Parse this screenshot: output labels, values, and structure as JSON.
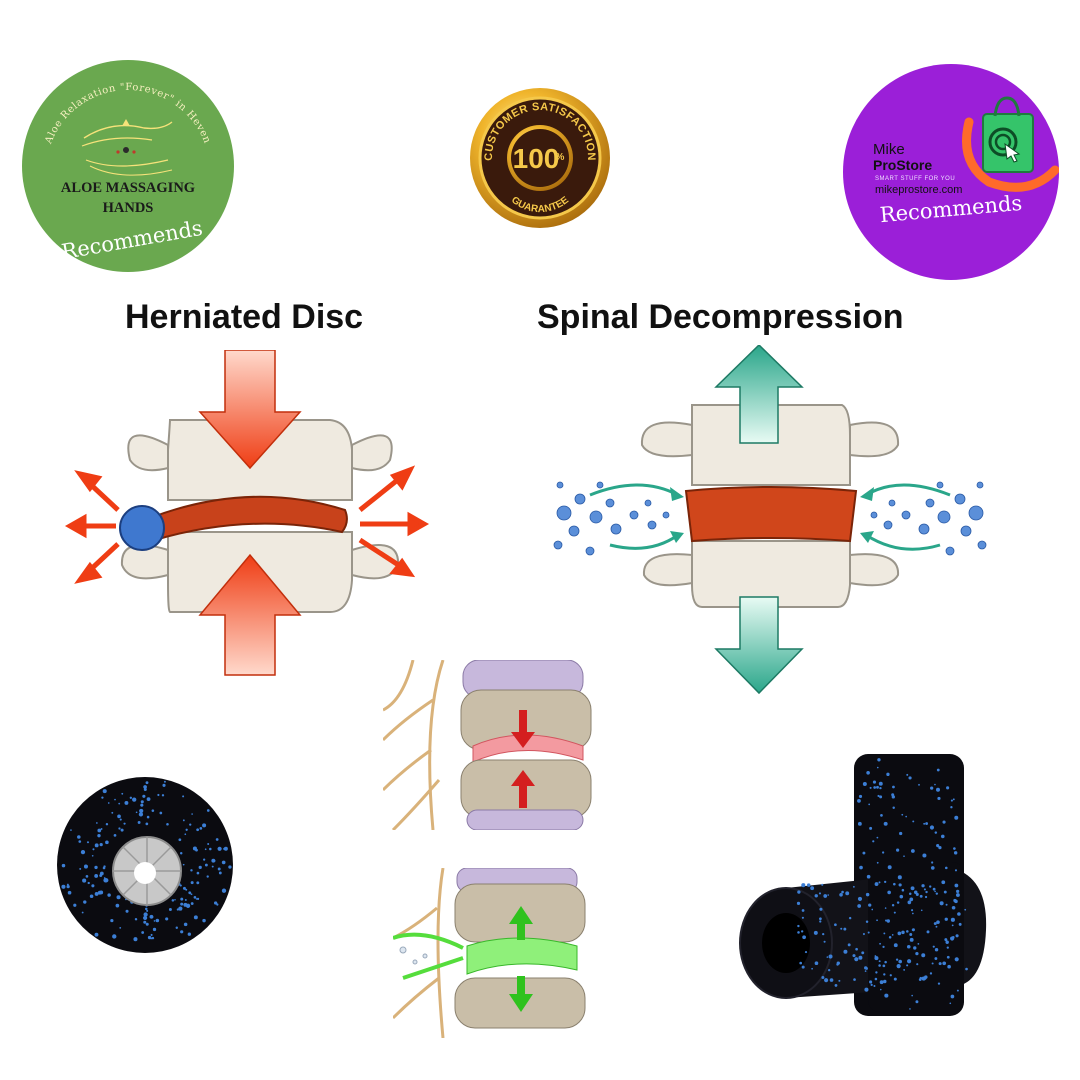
{
  "badges": {
    "aloe": {
      "tagline": "Aloe Relaxation \"Forever\" in Heven",
      "title_line1": "ALOE MASSAGING",
      "title_line2": "HANDS",
      "recommends": "Recommends"
    },
    "satisfaction": {
      "top_text": "CUSTOMER SATISFACTION",
      "number": "100",
      "percent": "%",
      "bottom_text": "GUARANTEE"
    },
    "mike": {
      "brand_line1": "Mike",
      "brand_line2": "ProStore",
      "tagline": "SMART STUFF FOR YOU",
      "url": "mikeprostore.com",
      "recommends": "Recommends"
    }
  },
  "diagrams": {
    "herniated_title": "Herniated Disc",
    "decompression_title": "Spinal Decompression"
  },
  "colors": {
    "aloe_green": "#6aa84f",
    "mike_purple": "#9b1fd8",
    "gold": "#e0a526",
    "arrow_red": "#f0431f",
    "arrow_teal": "#2aa68a",
    "disc_orange": "#c8421b",
    "bone": "#efeae0",
    "foam_black": "#0b0b10",
    "foam_blue": "#3c7fd6"
  },
  "icons": [
    "aloe-hands-logo-icon",
    "satisfaction-seal-icon",
    "shopping-bag-logo-icon"
  ]
}
